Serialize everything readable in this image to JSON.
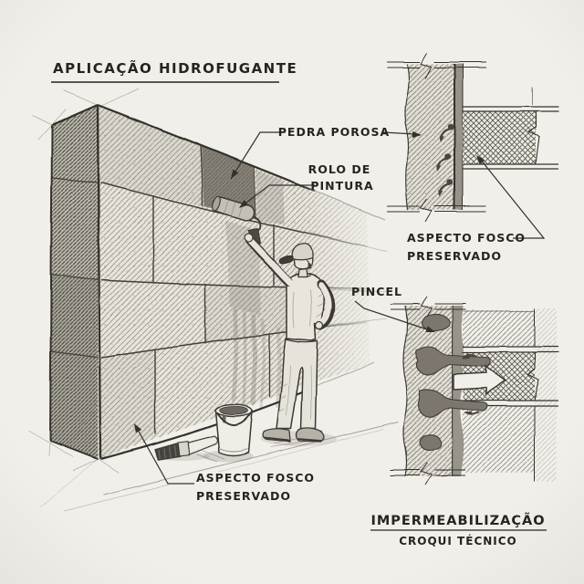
{
  "header": {
    "title": "APLICAÇÃO  HIDROFUGANTE"
  },
  "annotations": {
    "pedra_porosa": "PEDRA POROSA",
    "rolo_line1": "ROLO DE",
    "rolo_line2": "PINTURA",
    "aspecto_top_line1": "ASPECTO FOSCO",
    "aspecto_top_line2": "PRESERVADO",
    "pincel": "PINCEL",
    "aspecto_bottom_line1": "ASPECTO FOSCO",
    "aspecto_bottom_line2": "PRESERVADO"
  },
  "footer": {
    "title": "IMPERMEABILIZAÇÃO",
    "subtitle": "CROQUI TÉCNICO"
  },
  "colors": {
    "paper": "#f2f0eb",
    "ink": "#33312c",
    "pencil_mid": "#8a857b",
    "shade_dark": "#6e6a61"
  }
}
